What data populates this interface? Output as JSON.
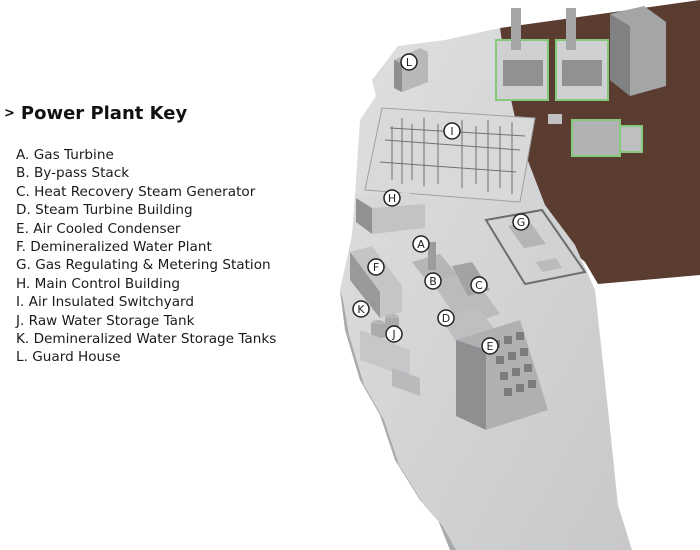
{
  "key": {
    "title": "Power Plant Key",
    "items": [
      {
        "letter": "A.",
        "text": "Gas Turbine"
      },
      {
        "letter": "B.",
        "text": "By-pass Stack"
      },
      {
        "letter": "C.",
        "text": "Heat Recovery Steam Generator"
      },
      {
        "letter": "D.",
        "text": "Steam Turbine Building"
      },
      {
        "letter": "E.",
        "text": "Air Cooled Condenser"
      },
      {
        "letter": "F.",
        "text": "Demineralized Water Plant"
      },
      {
        "letter": "G.",
        "text": "Gas Regulating & Metering Station"
      },
      {
        "letter": "H.",
        "text": "Main Control Building"
      },
      {
        "letter": "I.",
        "text": "Air Insulated Switchyard"
      },
      {
        "letter": "J.",
        "text": "Raw Water Storage Tank"
      },
      {
        "letter": "K.",
        "text": "Demineralized Water Storage Tanks"
      },
      {
        "letter": "L.",
        "text": "Guard House"
      }
    ]
  },
  "markers": {
    "A": "A",
    "B": "B",
    "C": "C",
    "D": "D",
    "E": "E",
    "F": "F",
    "G": "G",
    "H": "H",
    "I": "I",
    "J": "J",
    "K": "K",
    "L": "L"
  },
  "colors": {
    "ground_gray": "#d4d5d6",
    "ground_brown": "#5b3c31",
    "building": "#c5c6c7",
    "building_dark": "#8e9092",
    "pad_green": "#7ccf6b"
  }
}
